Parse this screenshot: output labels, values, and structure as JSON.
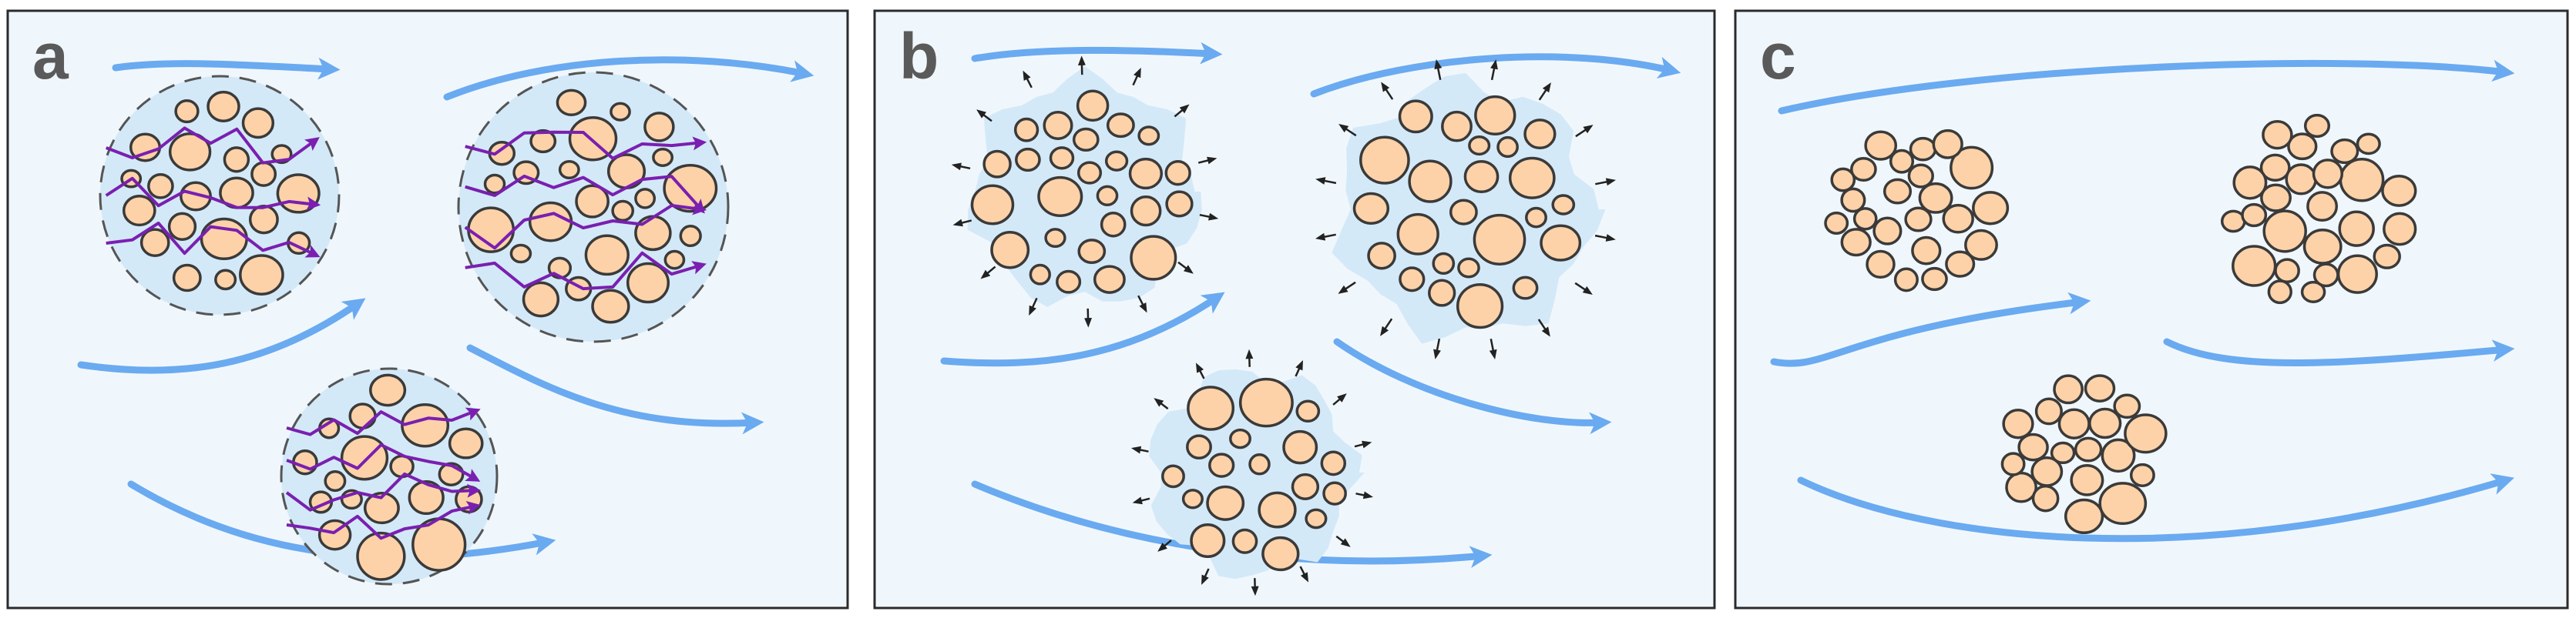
{
  "colors": {
    "panel_fill": "#f0f7fc",
    "panel_stroke": "#2b2b2b",
    "flow_arrow": "#6aaaf0",
    "halo_fill": "#d4e9f8",
    "particle_fill": "#fdd2a8",
    "particle_stroke": "#3a3a3a",
    "path_line": "#7a1fb0",
    "label": "#5a5a5a",
    "outward_arrow": "#222222"
  },
  "panels": [
    {
      "id": "a",
      "label": "a",
      "halo": "dashed",
      "clusters": [
        {
          "name": "top-left",
          "particles": 26,
          "paths": 3
        },
        {
          "name": "top-right",
          "particles": 30,
          "paths": 4
        },
        {
          "name": "bottom-center",
          "particles": 26,
          "paths": 4
        }
      ]
    },
    {
      "id": "b",
      "label": "b",
      "halo": "spiky",
      "clusters": [
        {
          "name": "top-left",
          "particles": 26,
          "outward_arrows": 14
        },
        {
          "name": "top-right",
          "particles": 30,
          "outward_arrows": 16
        },
        {
          "name": "bottom-center",
          "particles": 26,
          "outward_arrows": 14
        }
      ]
    },
    {
      "id": "c",
      "label": "c",
      "halo": "none",
      "clusters": [
        {
          "name": "top-left",
          "particles": 28
        },
        {
          "name": "top-right",
          "particles": 32
        },
        {
          "name": "bottom-center",
          "particles": 26
        }
      ]
    }
  ]
}
